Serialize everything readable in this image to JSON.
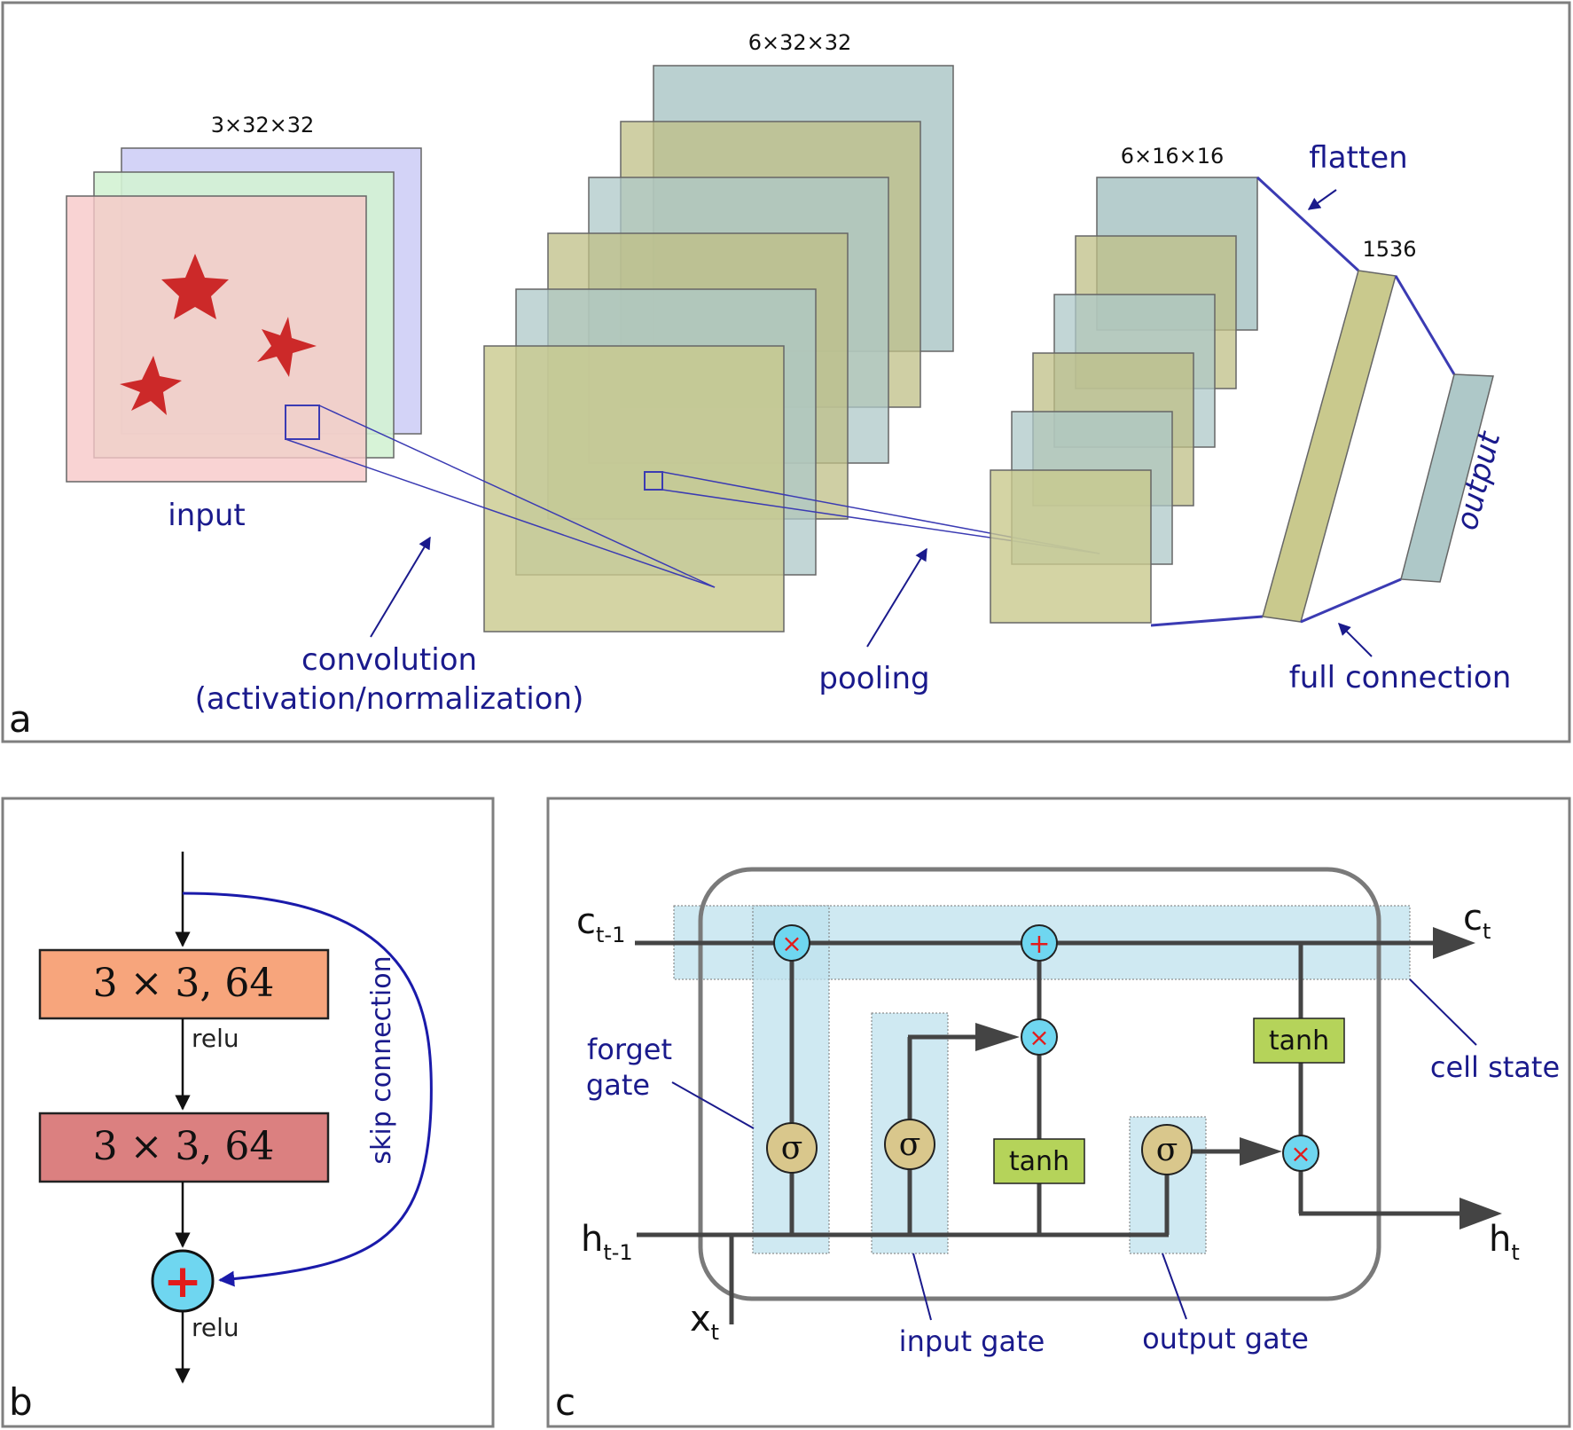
{
  "panel_a": {
    "letter": "a",
    "input_dims": "3×32×32",
    "conv_dims": "6×32×32",
    "pool_dims": "6×16×16",
    "flat_size": "1536",
    "input_label": "input",
    "conv_label_1": "convolution",
    "conv_label_2": "(activation/normalization)",
    "pooling_label": "pooling",
    "flatten_label": "flatten",
    "fullconn_label": "full connection",
    "output_label": "output"
  },
  "panel_b": {
    "letter": "b",
    "block1": "3 × 3, 64",
    "block2": "3 × 3, 64",
    "relu1": "relu",
    "relu2": "relu",
    "skip_label": "skip connection",
    "plus_symbol": "+"
  },
  "panel_c": {
    "letter": "c",
    "c_prev": "c",
    "c_prev_sub": "t-1",
    "c_next": "c",
    "c_next_sub": "t",
    "h_prev": "h",
    "h_prev_sub": "t-1",
    "h_next": "h",
    "h_next_sub": "t",
    "x_in": "x",
    "x_in_sub": "t",
    "forget_gate_1": "forget",
    "forget_gate_2": "gate",
    "input_gate": "input gate",
    "output_gate": "output gate",
    "cell_state": "cell state",
    "sigma": "σ",
    "tanh": "tanh",
    "times": "×",
    "plus": "+"
  },
  "colors": {
    "label_blue": "#1a1a8c",
    "connector_blue": "#3b3bb3",
    "star_red": "#cc2929",
    "gate_fill": "#d9c78c",
    "op_fill": "#6fd6f0",
    "tanh_fill": "#b5d35a",
    "region_fill": "#bfe1ee",
    "block1_fill": "#f7a57c",
    "block2_fill": "#db8080"
  }
}
